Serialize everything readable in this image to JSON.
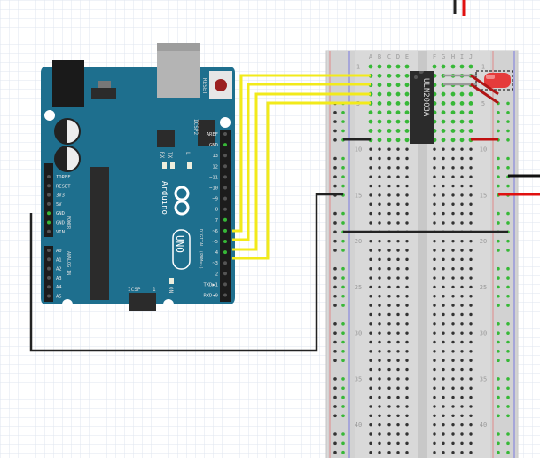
{
  "arduino": {
    "brand": "Arduino",
    "model": "UNO",
    "reset_label": "RESET",
    "icsp2_label": "ICSP2",
    "icsp_label": "ICSP",
    "icsp_pin1": "1",
    "led_labels": [
      "RX",
      "TX",
      "L"
    ],
    "on_label": "ON",
    "digital_header_title": "DIGITAL (PWM=~)",
    "digital_pins": [
      "AREF",
      "GND",
      "13",
      "12",
      "~11",
      "~10",
      "~9",
      "8",
      "7",
      "~6",
      "~5",
      "4",
      "~3",
      "2",
      "TXD▶1",
      "RXD◀0"
    ],
    "power_title": "POWER",
    "power_pins": [
      "IOREF",
      "RESET",
      "3V3",
      "5V",
      "GND",
      "GND",
      "VIN"
    ],
    "analog_title": "ANALOG IN",
    "analog_pins": [
      "A0",
      "A1",
      "A2",
      "A3",
      "A4",
      "A5"
    ],
    "color": "#1e6f8e"
  },
  "breadboard": {
    "columns_left": [
      "A",
      "B",
      "C",
      "D",
      "E"
    ],
    "columns_right": [
      "F",
      "G",
      "H",
      "I",
      "J"
    ],
    "row_numbers": [
      "1",
      "5",
      "10",
      "15",
      "20",
      "25",
      "30",
      "35",
      "40"
    ]
  },
  "chip": {
    "label": "ULN2003A"
  },
  "colors": {
    "wire_signal": "#f2ea1a",
    "wire_ground": "#222222",
    "wire_power": "#e01010",
    "led": "#e53b3b",
    "hole_connected": "#37b837"
  }
}
